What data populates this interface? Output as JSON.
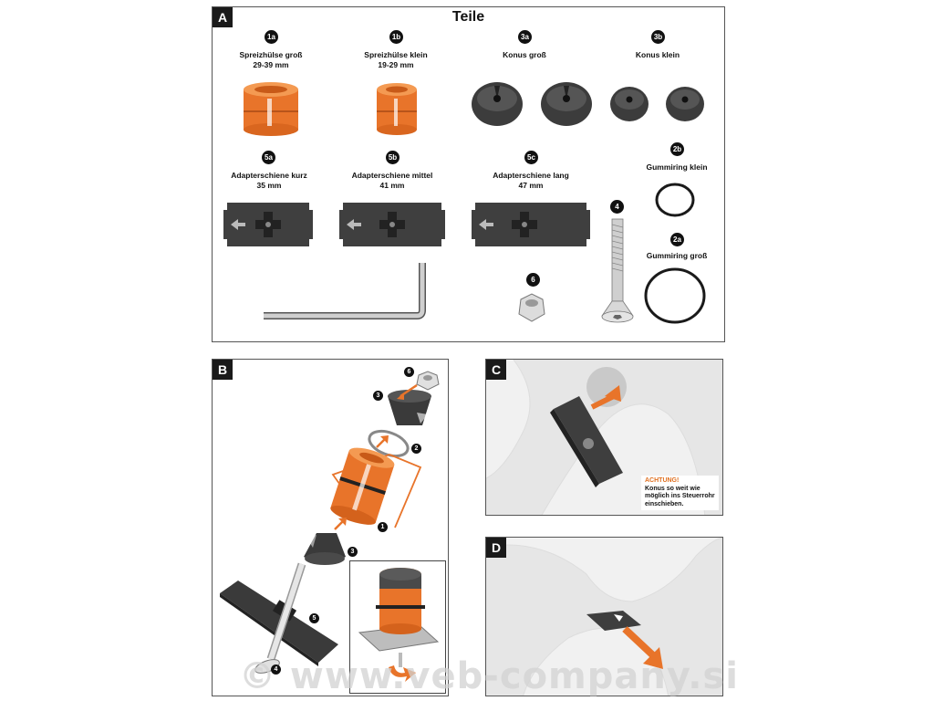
{
  "panels": {
    "a": {
      "tag": "A",
      "title": "Teile"
    },
    "b": {
      "tag": "B"
    },
    "c": {
      "tag": "C",
      "warning_title": "ACHTUNG!",
      "warning_lines": [
        "Konus so weit wie",
        "möglich ins Steuerrohr",
        "einschieben."
      ]
    },
    "d": {
      "tag": "D"
    }
  },
  "parts": {
    "p1a": {
      "number": "1a",
      "name": "Spreizhülse groß",
      "size": "29-39 mm"
    },
    "p1b": {
      "number": "1b",
      "name": "Spreizhülse klein",
      "size": "19-29 mm"
    },
    "p3a": {
      "number": "3a",
      "name": "Konus groß"
    },
    "p3b": {
      "number": "3b",
      "name": "Konus klein"
    },
    "p5a": {
      "number": "5a",
      "name": "Adapterschiene kurz",
      "size": "35 mm"
    },
    "p5b": {
      "number": "5b",
      "name": "Adapterschiene mittel",
      "size": "41 mm"
    },
    "p5c": {
      "number": "5c",
      "name": "Adapterschiene lang",
      "size": "47 mm"
    },
    "p2b": {
      "number": "2b",
      "name": "Gummiring klein"
    },
    "p2a": {
      "number": "2a",
      "name": "Gummiring groß"
    },
    "p4": {
      "number": "4"
    },
    "p6": {
      "number": "6"
    }
  },
  "assembly_numbers": {
    "n6": "6",
    "n3top": "3",
    "n2": "2",
    "n1": "1",
    "n3bot": "3",
    "n5": "5",
    "n4": "4"
  },
  "watermark": "© www.veb-company.si",
  "colors": {
    "orange": "#e8742a",
    "dark_part": "#3c3c3c",
    "grey_bg": "#eeeeee"
  }
}
